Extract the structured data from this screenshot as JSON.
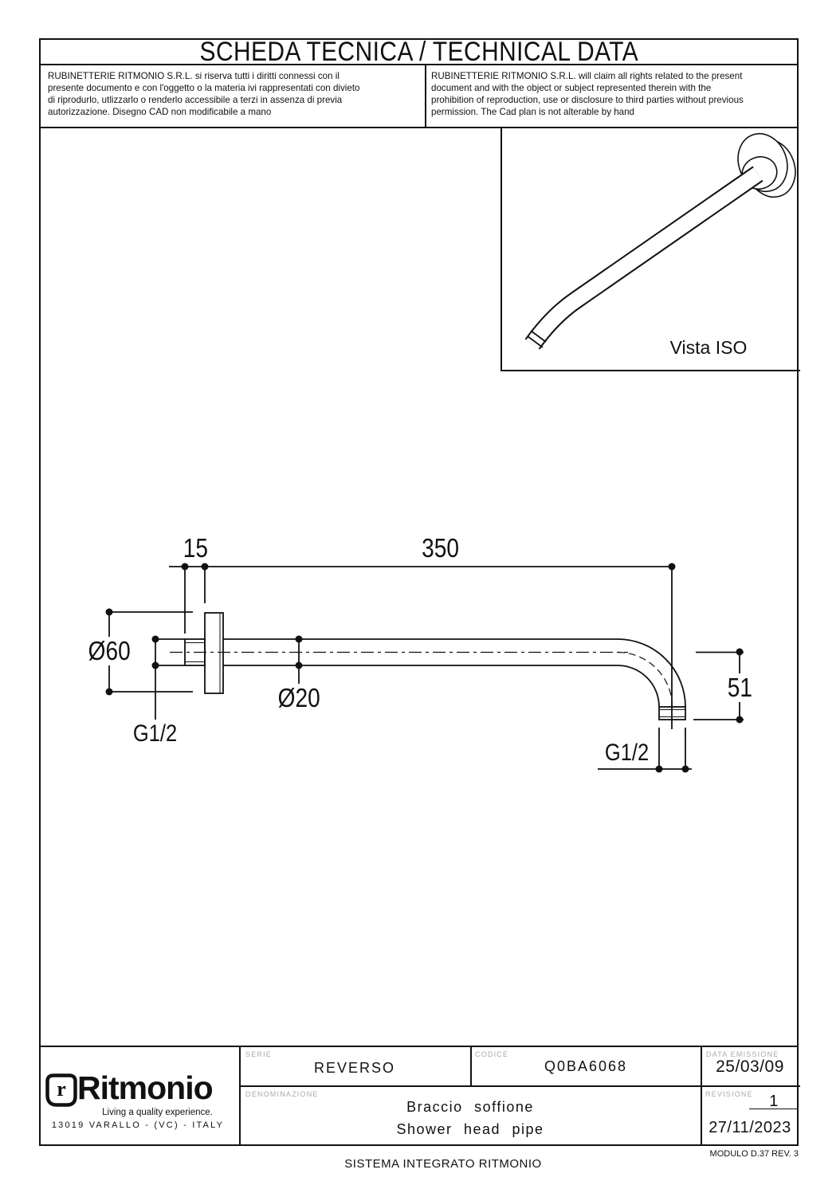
{
  "header": {
    "title": "SCHEDA TECNICA / TECHNICAL DATA",
    "disclaimer_it": "RUBINETTERIE RITMONIO S.R.L. si riserva tutti i diritti connessi con il\npresente documento e con l'oggetto o la materia ivi rappresentati con divieto\ndi riprodurlo, utlizzarlo o renderlo accessibile a terzi in assenza di previa\nautorizzazione. Disegno CAD non modificabile a mano",
    "disclaimer_en": "RUBINETTERIE RITMONIO S.R.L. will claim all rights related to the present\ndocument and with the object or subject represented therein with the\nprohibition  of reproduction, use or disclosure to third parties without previous\npermission.  The Cad plan is not alterable by hand"
  },
  "iso_view": {
    "label": "Vista ISO"
  },
  "drawing": {
    "dims": {
      "wall_offset": "15",
      "arm_length": "350",
      "flange_diameter": "Ø60",
      "pipe_diameter": "Ø20",
      "drop_height": "51",
      "thread_wall": "G1/2",
      "thread_outlet": "G1/2"
    }
  },
  "title_block": {
    "serie_label": "SERIE",
    "serie": "REVERSO",
    "codice_label": "CODICE",
    "codice": "Q0BA6068",
    "data_emissione_label": "DATA  EMISSIONE",
    "data_emissione": "25/03/09",
    "denominazione_label": "DENOMINAZIONE",
    "denominazione_it": "Braccio  soffione",
    "denominazione_en": "Shower  head  pipe",
    "revisione_label": "REVISIONE",
    "revisione": "1",
    "revision_date": "27/11/2023"
  },
  "brand": {
    "logo_mark": "r",
    "logo_text": "Ritmonio",
    "tagline": "Living a quality experience.",
    "address": "13019 VARALLO - (VC) - ITALY"
  },
  "footer": {
    "sistema": "SISTEMA INTEGRATO RITMONIO",
    "modulo": "MODULO D.37 REV. 3"
  },
  "colors": {
    "ink": "#111111",
    "label_gray": "#a9a9a9",
    "paper": "#ffffff"
  }
}
